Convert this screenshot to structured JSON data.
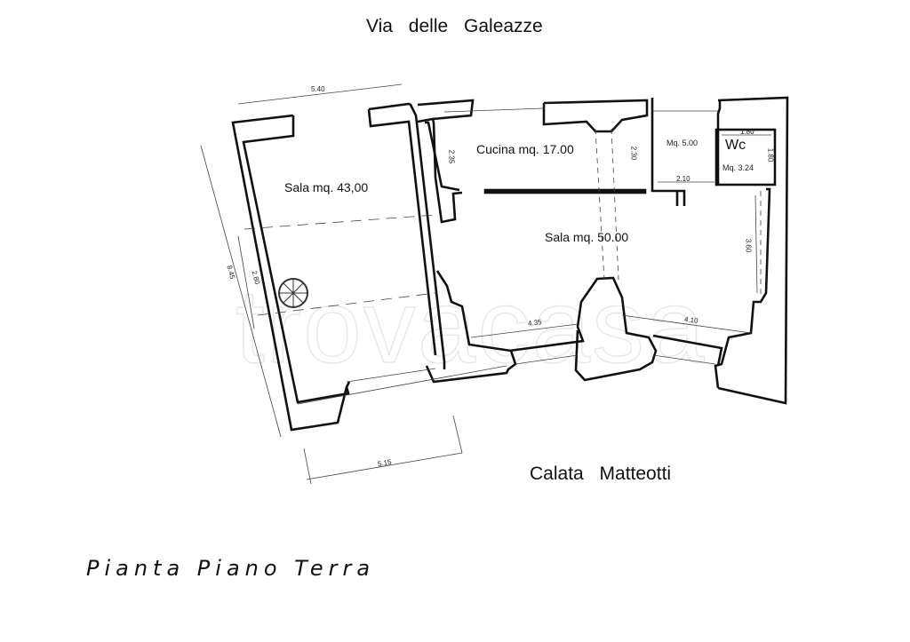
{
  "streets": {
    "top": "Via delle Galeazze",
    "bottom": "Calata Matteotti"
  },
  "title": "Pianta Piano Terra",
  "watermark": "trovacasa",
  "rooms": [
    {
      "id": "sala-1",
      "label": "Sala  mq. 43,00"
    },
    {
      "id": "cucina",
      "label": "Cucina mq. 17.00"
    },
    {
      "id": "sala-2",
      "label": "Sala  mq. 50.00"
    },
    {
      "id": "disimpegno",
      "label": "Mq. 5.00"
    },
    {
      "id": "wc",
      "label": "Wc",
      "area": "Mq. 3.24"
    }
  ],
  "dimensions": {
    "top_width": "5.40",
    "left_height": "8.45",
    "stair_offset": "2.80",
    "bottom_width": "5.15",
    "cucina_left": "2.35",
    "cucina_right": "2.30",
    "disimpegno_width": "2.10",
    "wc_width": "1.80",
    "wc_height": "1.80",
    "sala2_right": "3.60",
    "sala2_bottom_left": "4.35",
    "sala2_bottom_right": "4.10"
  },
  "colors": {
    "wall": "#111111",
    "dim_line": "#444444",
    "watermark": "#e8e8e8"
  }
}
